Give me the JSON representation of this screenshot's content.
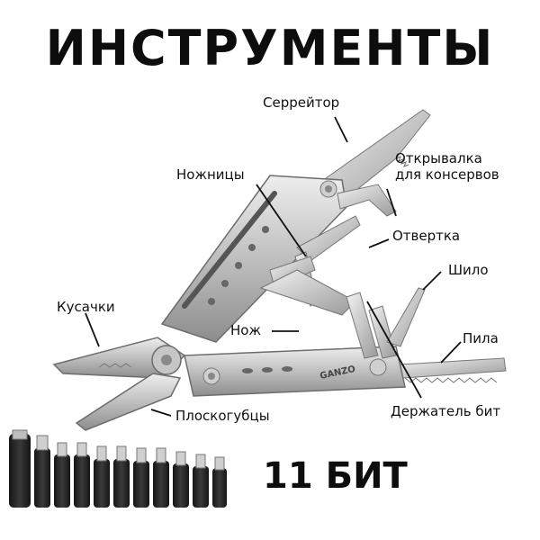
{
  "title": "ИНСТРУМЕНТЫ",
  "brand": "GANZO",
  "labels": {
    "serrator": "Серрейтор",
    "can_opener_line1": "Открывалка",
    "can_opener_line2": "для консервов",
    "scissors": "Ножницы",
    "screwdriver": "Отвертка",
    "awl": "Шило",
    "cutters": "Кусачки",
    "knife": "Нож",
    "saw": "Пила",
    "pliers": "Плоскогубцы",
    "bit_holder": "Держатель бит"
  },
  "bits_label": "11 БИТ"
}
